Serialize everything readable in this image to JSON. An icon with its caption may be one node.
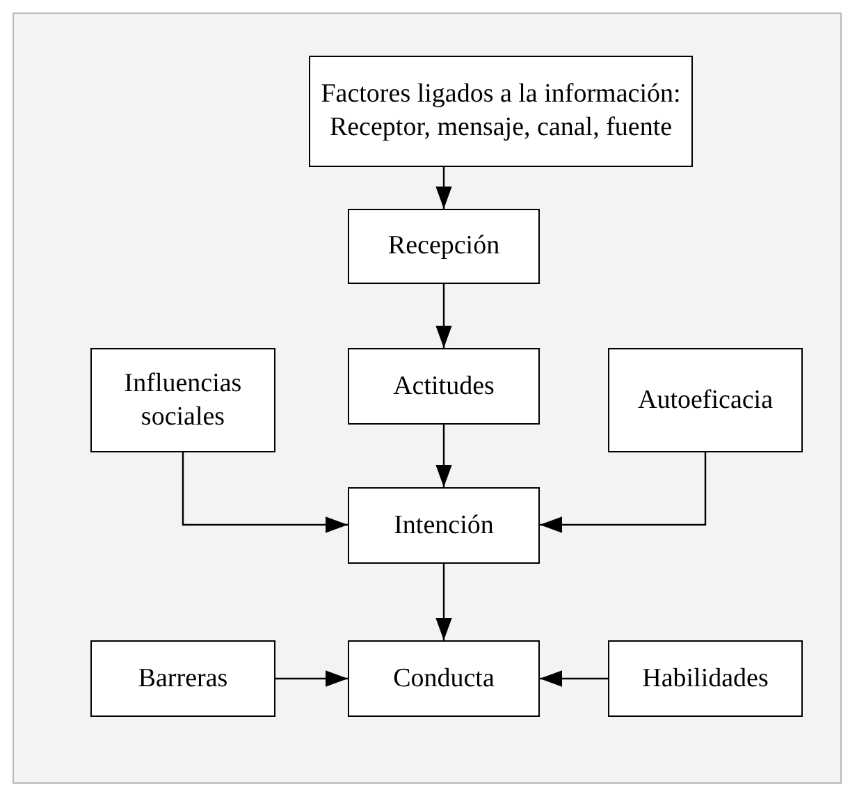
{
  "diagram": {
    "nodes": [
      {
        "text": [
          "Factores ligados a la información: Receptor, mensaje, canal, fuente"
        ]
      },
      {
        "text": [
          "Recepción"
        ]
      },
      {
        "text": [
          "Influencias sociales"
        ]
      },
      {
        "text": [
          "Actitudes"
        ]
      },
      {
        "text": [
          "Autoeficacia"
        ]
      },
      {
        "text": [
          "Intención"
        ]
      },
      {
        "text": [
          "Barreras"
        ]
      },
      {
        "text": [
          "Conducta"
        ]
      },
      {
        "text": [
          "Habilidades"
        ]
      }
    ],
    "edges": [
      {
        "from": 0,
        "to": 1,
        "arrow": "to"
      },
      {
        "from": 1,
        "to": 3,
        "arrow": "to"
      },
      {
        "from": 3,
        "to": 5,
        "arrow": "to"
      },
      {
        "from": 2,
        "to": 5,
        "arrow": "to"
      },
      {
        "from": 4,
        "to": 5,
        "arrow": "to"
      },
      {
        "from": 5,
        "to": 7,
        "arrow": "to"
      },
      {
        "from": 6,
        "to": 7,
        "arrow": "to"
      },
      {
        "from": 8,
        "to": 7,
        "arrow": "to"
      }
    ]
  }
}
